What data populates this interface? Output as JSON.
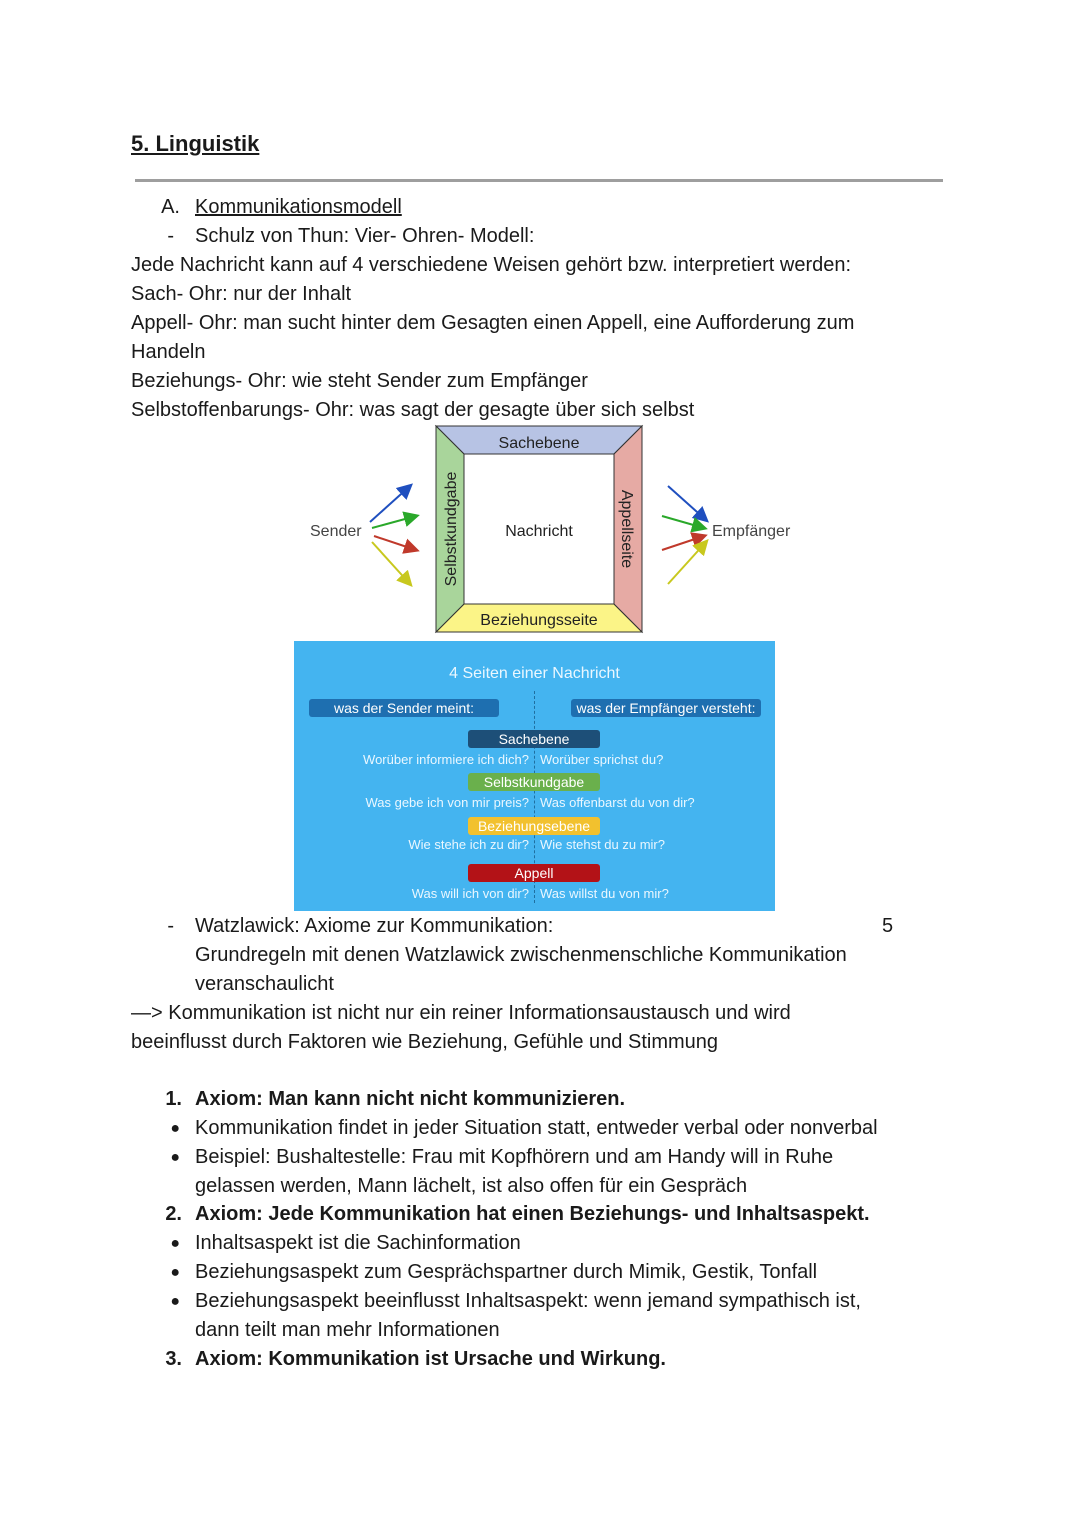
{
  "heading": "5. Linguistik",
  "section_a": {
    "marker": "A.",
    "label": "Kommunikationsmodell"
  },
  "schulz": {
    "bullet": "-",
    "title": "Schulz von Thun: Vier- Ohren- Modell:",
    "lines": [
      "Jede Nachricht kann auf 4 verschiedene Weisen gehört bzw. interpretiert werden:",
      "Sach- Ohr: nur der Inhalt",
      "Appell- Ohr: man sucht hinter dem Gesagten einen Appell, eine Aufforderung zum",
      "Handeln",
      "Beziehungs- Ohr: wie steht Sender zum Empfänger",
      "Selbstoffenbarungs- Ohr: was sagt der gesagte über sich selbst"
    ]
  },
  "diagram": {
    "top": "Sachebene",
    "left": "Selbstkundgabe",
    "right": "Appellseite",
    "bottom": "Beziehungsseite",
    "center": "Nachricht",
    "sender": "Sender",
    "receiver": "Empfänger",
    "colors": {
      "top": "#b7c3e4",
      "left": "#a9d59b",
      "right": "#e6aaa4",
      "bottom": "#fbf487"
    },
    "arrow_colors": [
      "#1f4fbf",
      "#2aa82a",
      "#c0392b",
      "#c8c81e"
    ]
  },
  "card": {
    "title": "4 Seiten einer Nachricht",
    "left_header": "was der Sender meint:",
    "right_header": "was der Empfänger versteht:",
    "background": "#44b4f0",
    "rows": [
      {
        "label": "Sachebene",
        "color": "#1d4f78",
        "left": "Worüber informiere ich dich?",
        "right": "Worüber sprichst du?"
      },
      {
        "label": "Selbstkundgabe",
        "color": "#6ab04c",
        "left": "Was gebe ich von mir preis?",
        "right": "Was offenbarst du von dir?"
      },
      {
        "label": "Beziehungsebene",
        "color": "#f2c12e",
        "left": "Wie stehe ich zu dir?",
        "right": "Wie stehst du zu mir?"
      },
      {
        "label": "Appell",
        "color": "#b31217",
        "left": "Was will ich von dir?",
        "right": "Was willst du von mir?"
      }
    ]
  },
  "watzlawick": {
    "bullet": "-",
    "line1": "Watzlawick: Axiome zur Kommunikation:",
    "line1_num": "5",
    "line2": "Grundregeln mit denen Watzlawick zwischenmenschliche Kommunikation",
    "line3": "veranschaulicht",
    "conclusion1": "—> Kommunikation ist nicht nur ein reiner Informationsaustausch und wird",
    "conclusion2": "beeinflusst durch Faktoren wie Beziehung, Gefühle und Stimmung"
  },
  "axioms": {
    "a1": {
      "num": "1.",
      "text": "Axiom: Man kann nicht nicht kommunizieren."
    },
    "a1_bullets": [
      "Kommunikation findet in jeder Situation statt, entweder verbal oder nonverbal",
      "Beispiel: Bushaltestelle: Frau mit Kopfhörern und am Handy will in Ruhe",
      "gelassen werden, Mann lächelt, ist also offen für ein Gespräch"
    ],
    "a2": {
      "num": "2.",
      "text": "Axiom: Jede Kommunikation hat einen Beziehungs- und Inhaltsaspekt."
    },
    "a2_bullets": [
      "Inhaltsaspekt ist die Sachinformation",
      "Beziehungsaspekt zum Gesprächspartner durch Mimik, Gestik, Tonfall",
      "Beziehungsaspekt beeinflusst Inhaltsaspekt: wenn jemand sympathisch ist,",
      "dann teilt man mehr Informationen"
    ],
    "a3": {
      "num": "3.",
      "text": "Axiom: Kommunikation ist Ursache und Wirkung."
    },
    "bullet_glyph": "●"
  }
}
